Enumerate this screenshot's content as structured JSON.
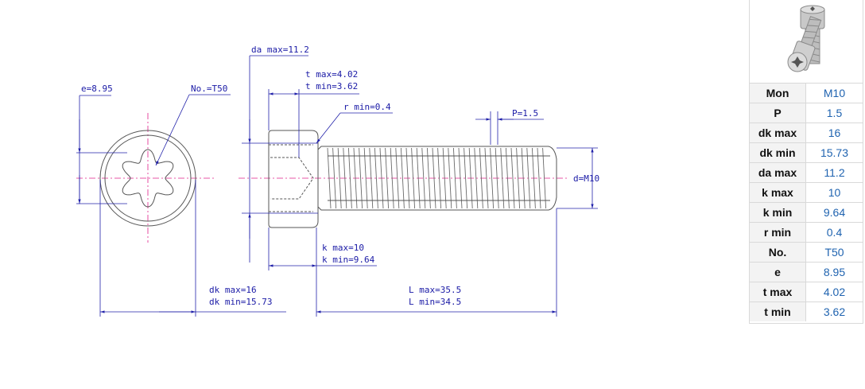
{
  "drawing": {
    "labels": {
      "e": "e=8.95",
      "drive": "No.=T50",
      "da_max": "da max=11.2",
      "t_max": "t max=4.02",
      "t_min": "t min=3.62",
      "r_min": "r min=0.4",
      "pitch": "P=1.5",
      "d": "d=M10",
      "k_max": "k max=10",
      "k_min": "k min=9.64",
      "dk_max": "dk max=16",
      "dk_min": "dk min=15.73",
      "L_max": "L max=35.5",
      "L_min": "L min=34.5"
    },
    "colors": {
      "dimension": "#2222aa",
      "centerline": "#e0208a",
      "part": "#555555"
    }
  },
  "product": {
    "icon": "torx-cap-screw-thumbnail"
  },
  "spec_table": [
    {
      "key": "Mon",
      "value": "M10"
    },
    {
      "key": "P",
      "value": "1.5"
    },
    {
      "key": "dk max",
      "value": "16"
    },
    {
      "key": "dk min",
      "value": "15.73"
    },
    {
      "key": "da max",
      "value": "11.2"
    },
    {
      "key": "k max",
      "value": "10"
    },
    {
      "key": "k min",
      "value": "9.64"
    },
    {
      "key": "r min",
      "value": "0.4"
    },
    {
      "key": "No.",
      "value": "T50"
    },
    {
      "key": "e",
      "value": "8.95"
    },
    {
      "key": "t max",
      "value": "4.02"
    },
    {
      "key": "t min",
      "value": "3.62"
    }
  ]
}
